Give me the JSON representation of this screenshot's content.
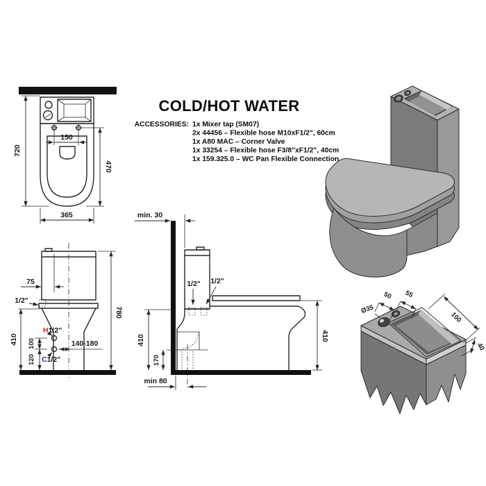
{
  "title": "COLD/HOT WATER",
  "accessories": {
    "label": "ACCESSORIES:",
    "items": [
      "1x Mixer tap (SM07)",
      "2x 44456 – Flexible hose M10xF1/2\", 60cm",
      "1x A80 MAC – Corner Valve",
      "1x 33254 – Flexible hose F3/8\"xF1/2\", 40cm",
      "1x 159.325.0 – WC Pan Flexible Connection"
    ]
  },
  "views": {
    "plan": {
      "depth": "720",
      "holes": "150",
      "seat": "470",
      "width": "365"
    },
    "front": {
      "tap_offset": "75",
      "inlet": "1/2\"",
      "height_rim": "410",
      "hot_spacing": "100",
      "cold_height": "120",
      "offset_range": "140-180",
      "height_total": "780",
      "hot_prefix": "H",
      "hot_size": "1/2\"",
      "cold_prefix": "C",
      "cold_size": "1/2\""
    },
    "side": {
      "wall_min": "min. 30",
      "inlet_a": "1/2\"",
      "inlet_b": "1/2\"",
      "rim_back": "410",
      "outlet": "170",
      "floor_min": "min 80",
      "rim_front": "410"
    },
    "detail": {
      "tap_hole": "Ø35",
      "edge_a": "50",
      "edge_b": "55",
      "basin_len": "100",
      "rim_h": "40"
    }
  },
  "colors": {
    "hot": "#c1272d",
    "cold": "#20339a",
    "line": "#262626"
  }
}
